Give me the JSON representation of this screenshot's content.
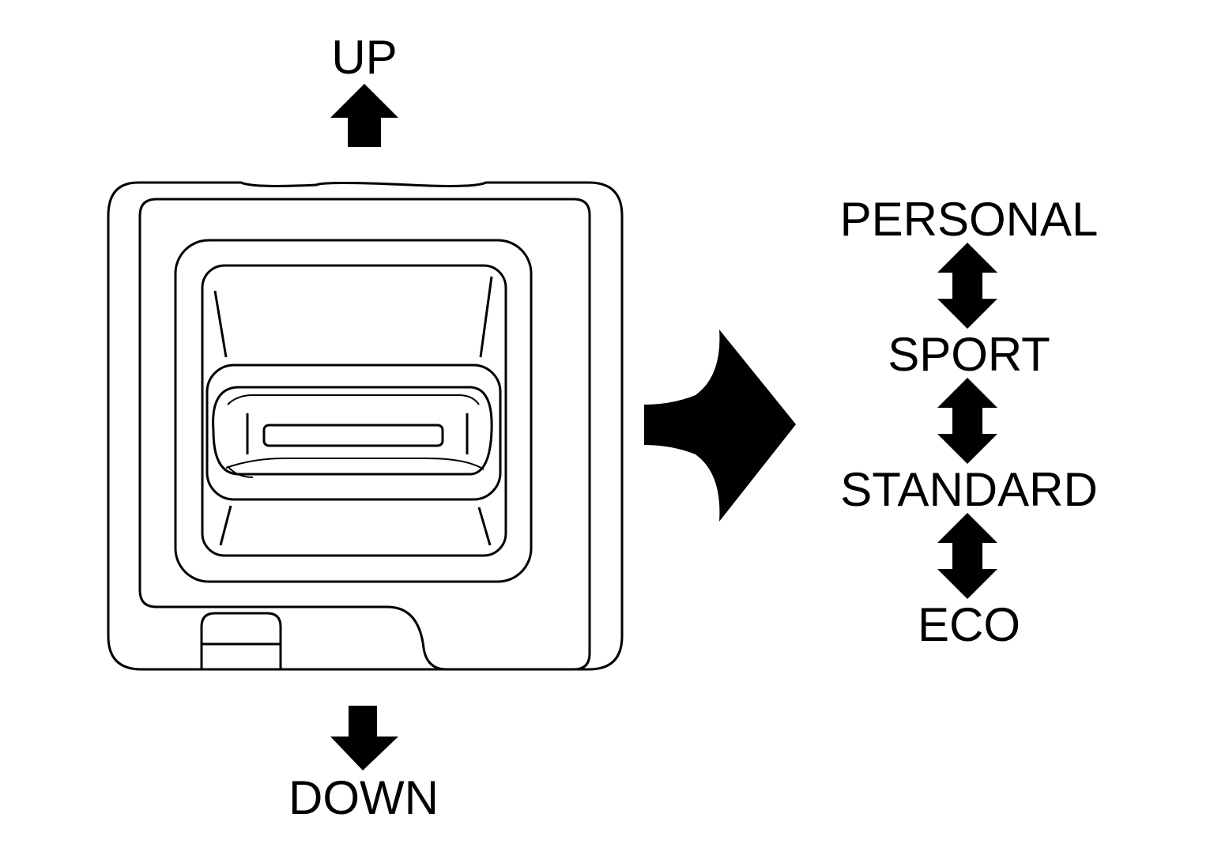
{
  "switch_directions": {
    "up_label": "UP",
    "down_label": "DOWN"
  },
  "drive_modes": [
    "PERSONAL",
    "SPORT",
    "STANDARD",
    "ECO"
  ],
  "icons": {
    "up_arrow": "arrow-up-icon",
    "down_arrow": "arrow-down-icon",
    "transition_arrow": "arrow-right-icon",
    "mode_change_arrows": "double-arrow-vertical-icon"
  },
  "colors": {
    "ink": "#000000",
    "background": "#ffffff"
  }
}
